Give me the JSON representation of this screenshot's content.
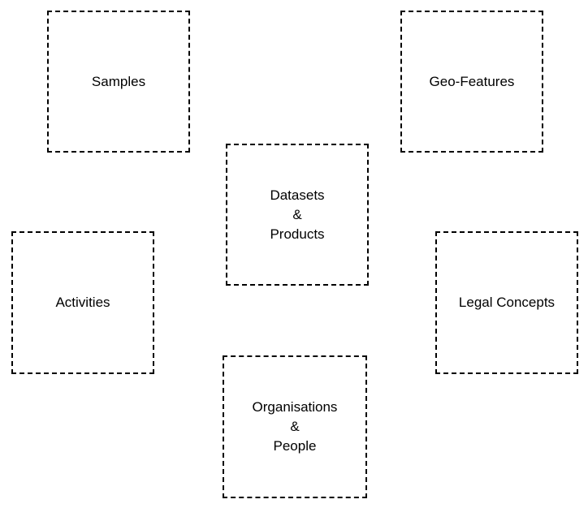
{
  "boxes": {
    "samples": {
      "label": "Samples"
    },
    "geo_features": {
      "label": "Geo-Features"
    },
    "datasets": {
      "lines": [
        "Datasets",
        "&",
        "Products"
      ]
    },
    "activities": {
      "label": "Activities"
    },
    "legal_concepts": {
      "label": "Legal Concepts"
    },
    "organisations": {
      "lines": [
        "Organisations",
        "&",
        "People"
      ]
    }
  },
  "colors": {
    "border": "#000000",
    "background": "#ffffff",
    "text": "#000000"
  }
}
